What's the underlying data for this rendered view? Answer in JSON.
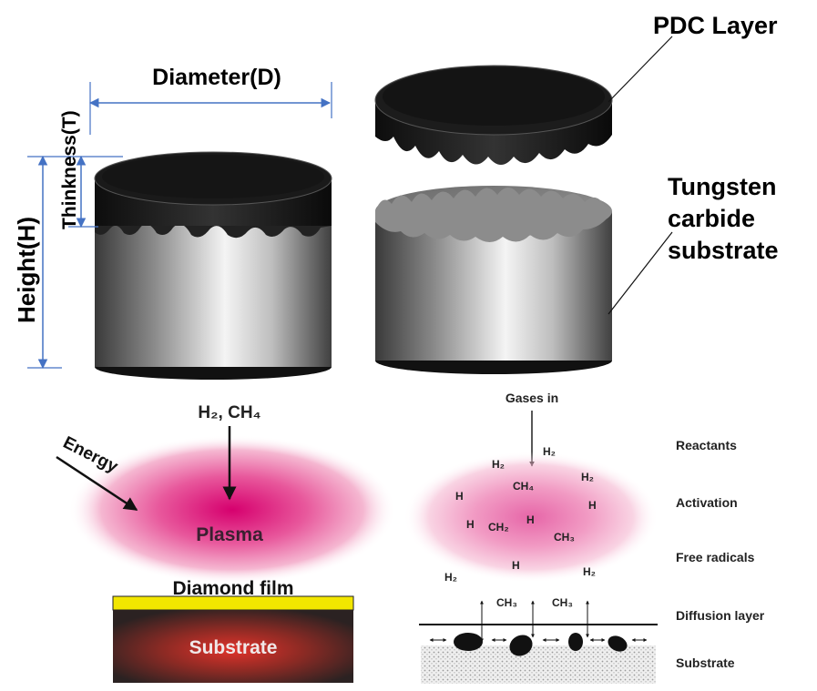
{
  "pdc": {
    "diameter_label": "Diameter(D)",
    "thickness_label": "Thinkness(T)",
    "height_label": "Height(H)",
    "pdc_layer_label": "PDC Layer",
    "substrate_label_lines": [
      "Tungsten",
      "carbide",
      "substrate"
    ]
  },
  "plasma": {
    "gas_label": "H₂, CH₄",
    "energy_label": "Energy",
    "plasma_label": "Plasma",
    "film_label": "Diamond film",
    "substrate_label": "Substrate"
  },
  "mechanism": {
    "gases_in_label": "Gases in",
    "molecules": [
      {
        "text": "H₂"
      },
      {
        "text": "H₂"
      },
      {
        "text": "CH₄"
      },
      {
        "text": "H₂"
      },
      {
        "text": "H"
      },
      {
        "text": "H"
      },
      {
        "text": "H"
      },
      {
        "text": "CH₂"
      },
      {
        "text": "H"
      },
      {
        "text": "CH₃"
      },
      {
        "text": "H"
      },
      {
        "text": "H₂"
      },
      {
        "text": "H₂"
      }
    ],
    "surface_labels": [
      "CH₃",
      "CH₃"
    ],
    "stages": [
      "Reactants",
      "Activation",
      "Free radicals",
      "Diffusion layer",
      "Substrate"
    ]
  },
  "colors": {
    "accent_arrow": "#4472c4",
    "film": "#f2e600",
    "plasma": "#d6006e"
  }
}
